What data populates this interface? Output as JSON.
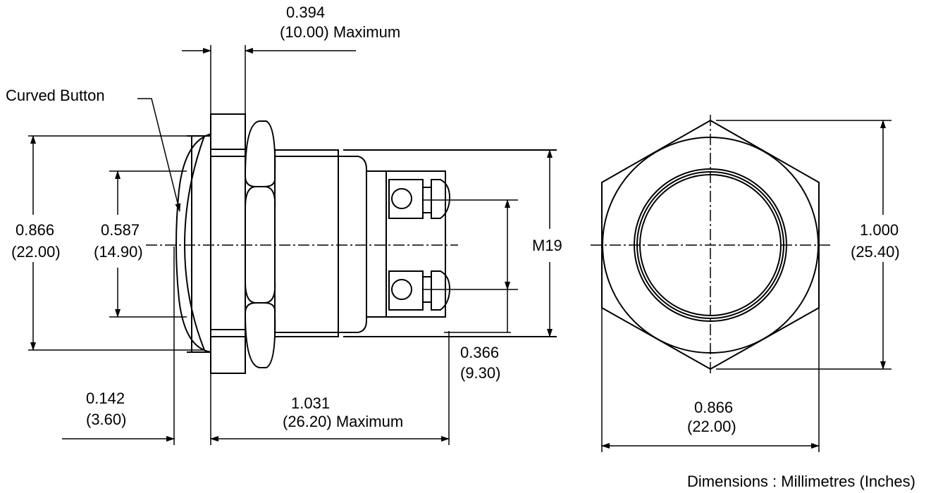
{
  "labels": {
    "curved_button": "Curved Button",
    "footer": "Dimensions : Millimetres (Inches)"
  },
  "dimensions": {
    "panel_max": {
      "inches": "0.394",
      "mm": "(10.00) Maximum"
    },
    "bezel_dia": {
      "inches": "0.866",
      "mm": "(22.00)"
    },
    "button_dia": {
      "inches": "0.587",
      "mm": "(14.90)"
    },
    "thread": {
      "label": "M19"
    },
    "terminal_pitch": {
      "inches": "0.366",
      "mm": "(9.30)"
    },
    "button_height": {
      "inches": "0.142",
      "mm": "(3.60)"
    },
    "body_length": {
      "inches": "1.031",
      "mm": "(26.20) Maximum"
    },
    "nut_corners": {
      "inches": "1.000",
      "mm": "(25.40)"
    },
    "nut_flats": {
      "inches": "0.866",
      "mm": "(22.00)"
    }
  },
  "colors": {
    "line": "#000000",
    "background": "#ffffff"
  }
}
